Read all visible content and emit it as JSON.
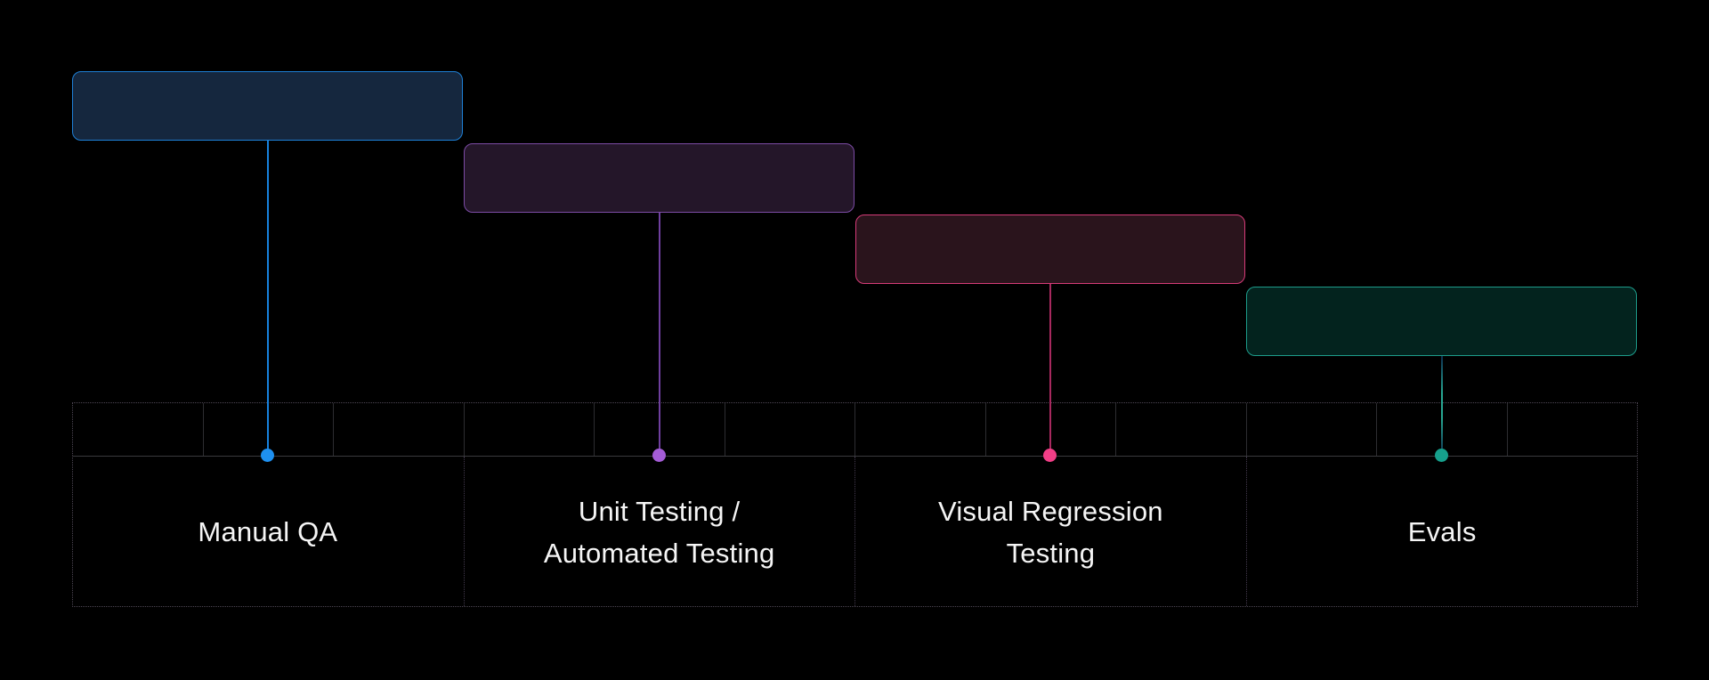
{
  "diagram": {
    "title": "testing-approaches-timeline",
    "type": "cascading-timeline",
    "background": "#000000",
    "text_color": "#f5f5f5",
    "grid": {
      "columns": 4,
      "ruler_subdivisions_per_column": 3,
      "solid_line_color": "#2d2d31",
      "ruler_baseline_color": "#3a3a3e",
      "dotted_border_color": "#4d4653",
      "column_divider_color": "#42394c"
    }
  },
  "stages": [
    {
      "label": "Manual QA",
      "colors": {
        "fill": "#15273e",
        "border": "#1e80d6",
        "line": "#1781dd",
        "dot": "#1e90f0"
      }
    },
    {
      "label": "Unit Testing /\nAutomated Testing",
      "colors": {
        "fill": "#241629",
        "border": "#7c4ba5",
        "line": "#6f3f9e",
        "dot": "#a45cd6"
      }
    },
    {
      "label": "Visual Regression\nTesting",
      "colors": {
        "fill": "#2a141c",
        "border": "#d63b78",
        "line": "#a8295f",
        "dot": "#f13e86"
      }
    },
    {
      "label": "Evals",
      "colors": {
        "fill": "#03231e",
        "border": "#1d9c8b",
        "line": "#27a691",
        "dot": "#16a08c",
        "line_gradient": [
          "#0d3050",
          "#27a691",
          "#0d3050"
        ]
      }
    }
  ]
}
